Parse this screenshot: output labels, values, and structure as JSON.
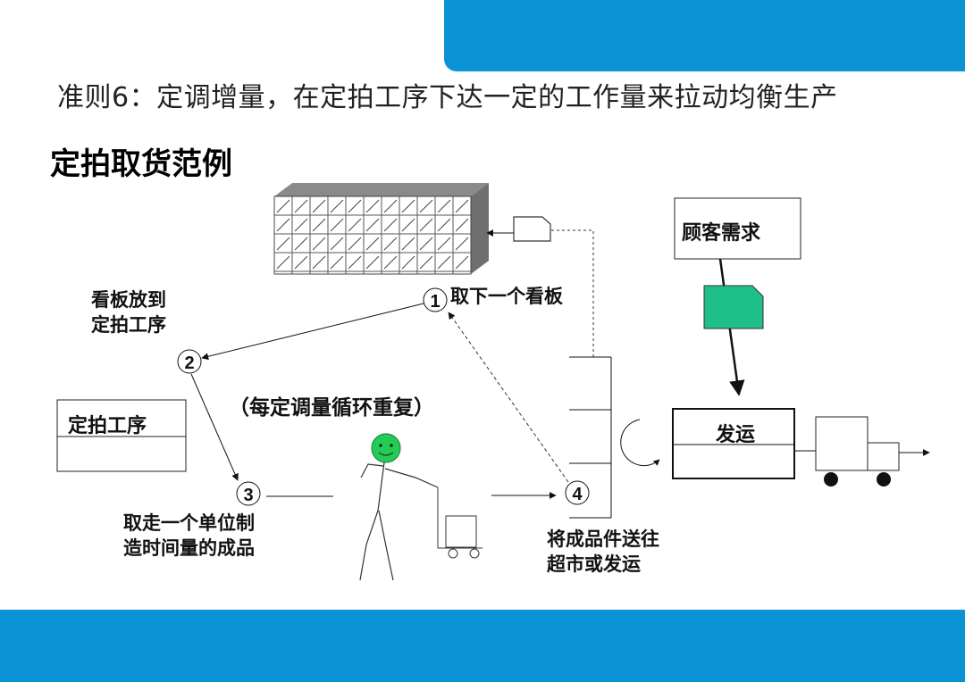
{
  "slide": {
    "subtitle": "准则6：定调增量，在定拍工序下达一定的工作量来拉动均衡生产",
    "heading": "定拍取货范例"
  },
  "diagram": {
    "step1_number": "1",
    "step1_label": "取下一个看板",
    "step2_number": "2",
    "step2_label_line1": "看板放到",
    "step2_label_line2": "定拍工序",
    "step3_number": "3",
    "step3_label_line1": "取走一个单位制",
    "step3_label_line2": "造时间量的成品",
    "step4_number": "4",
    "step4_label_line1": "将成品件送往",
    "step4_label_line2": "超市或发运",
    "loop_note": "（每定调量循环重复）",
    "pacemaker_box": "定拍工序",
    "customer_box": "顾客需求",
    "shipping_box": "发运"
  },
  "colors": {
    "brand_blue": "#0a94d6",
    "kanban_green": "#1fbf8a",
    "worker_head": "#22cc55"
  }
}
